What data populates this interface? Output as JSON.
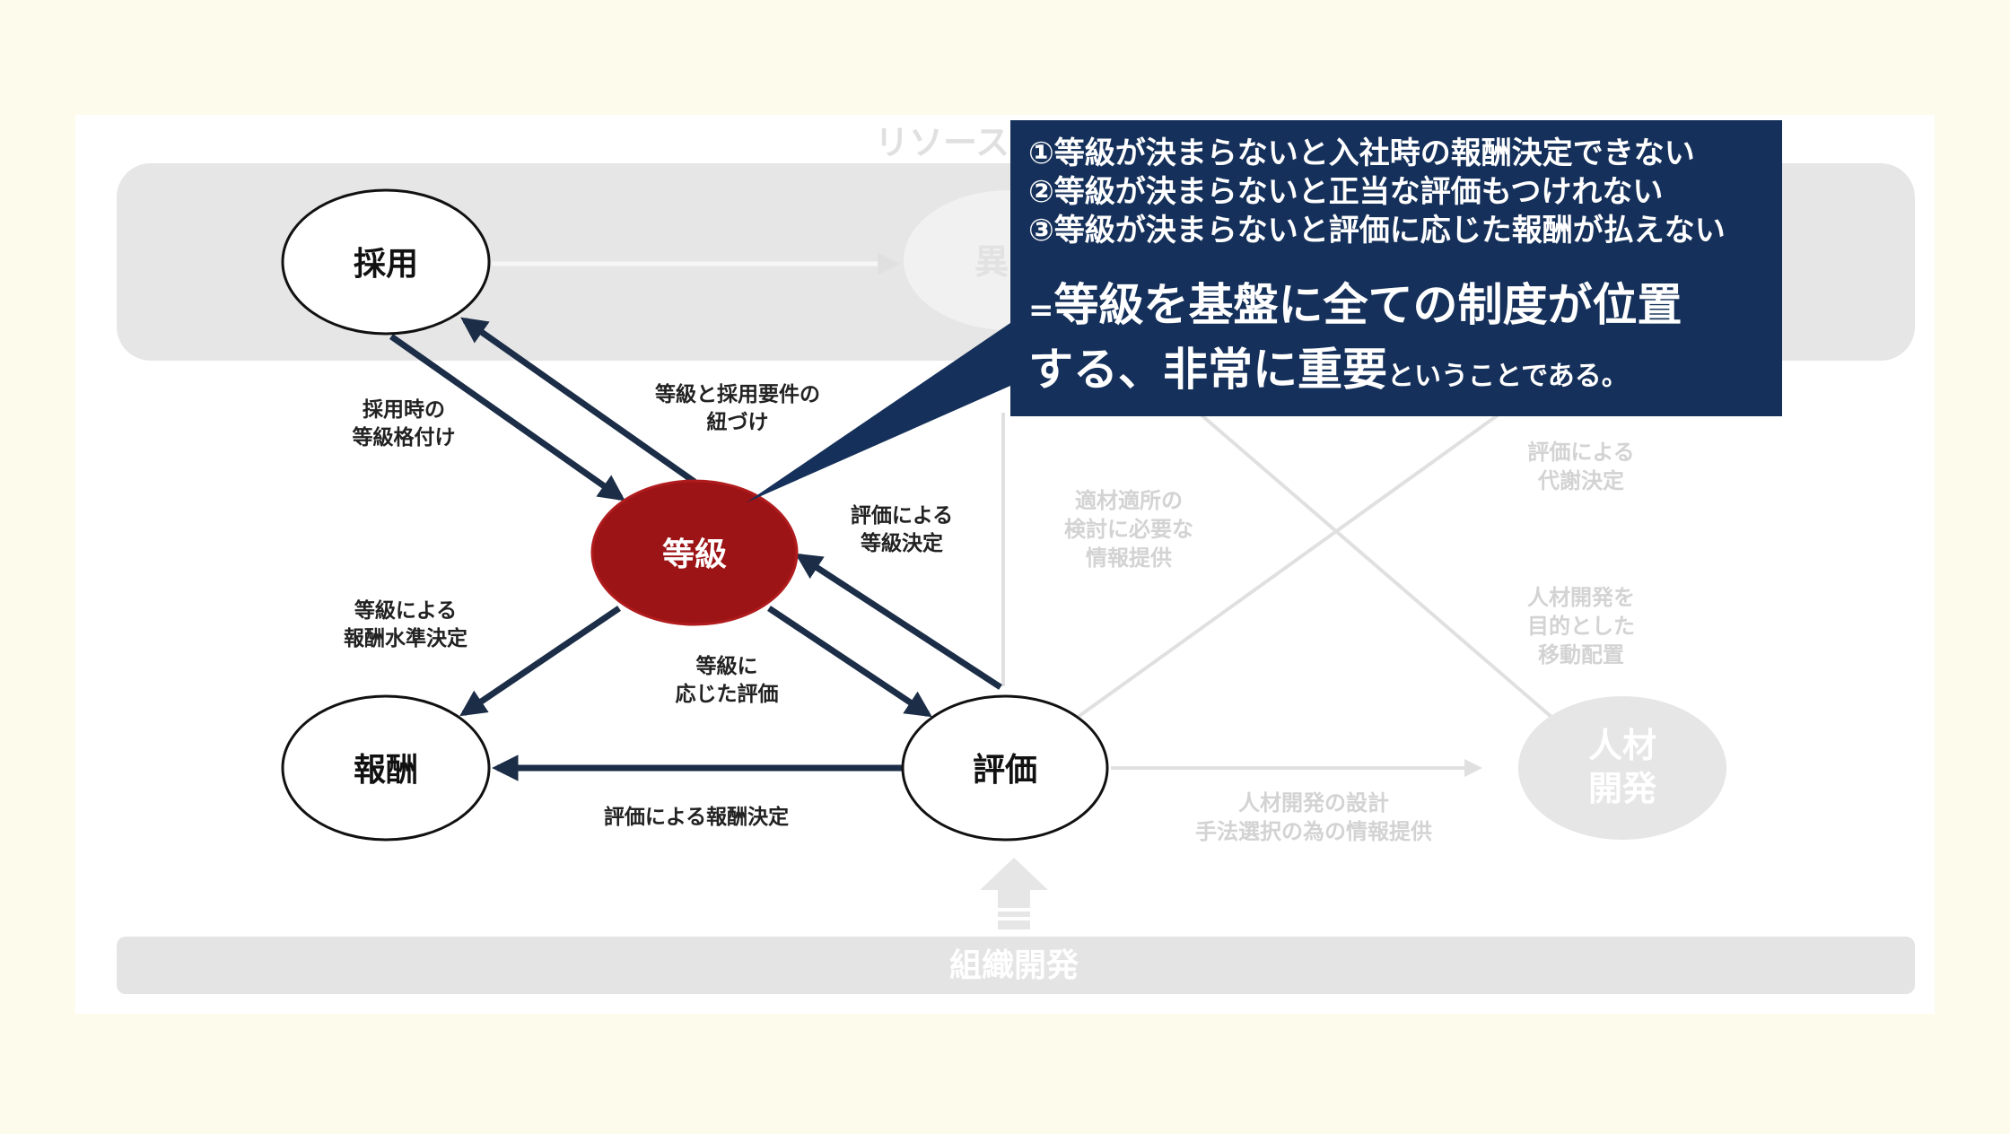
{
  "nodes": {
    "saiyou": "採用",
    "tokyu": "等級",
    "housyu": "報酬",
    "hyouka": "評価",
    "jinzai": [
      "人材",
      "開発"
    ],
    "ido": "異"
  },
  "edge_labels": {
    "saiyou_tokyu": [
      "採用時の",
      "等級格付け"
    ],
    "tokyu_saiyou": [
      "等級と採用要件の",
      "紐づけ"
    ],
    "hyouka_tokyu": [
      "評価による",
      "等級決定"
    ],
    "tokyu_housyu": [
      "等級による",
      "報酬水準決定"
    ],
    "tokyu_hyouka": [
      "等級に",
      "応じた評価"
    ],
    "hyouka_housyu": "評価による報酬決定"
  },
  "faded_labels": {
    "resource": "リソース",
    "tekizai": [
      "適材適所の",
      "検討に必要な",
      "情報提供"
    ],
    "daisha": [
      "評価による",
      "代謝決定"
    ],
    "idou": [
      "人材開発を",
      "目的とした",
      "移動配置"
    ],
    "jinzai_sekkei": [
      "人材開発の設計",
      "手法選択の為の情報提供"
    ],
    "soshiki": "組織開発"
  },
  "callout": {
    "lines": [
      "①等級が決まらないと入社時の報酬決定できない",
      "②等級が決まらないと正当な評価もつけれない",
      "③等級が決まらないと評価に応じた報酬が払えない"
    ],
    "eq": "=",
    "main1": "等級を基盤に全ての制度が位置",
    "main2": "する、非常に重要",
    "suffix": "ということである。"
  },
  "colors": {
    "background": "#fdfbec",
    "panel": "#ffffff",
    "band": "#e4e4e4",
    "faded": "#d5d5d5",
    "arrow": "#1c2d47",
    "accent_red": "#9c1416",
    "callout_bg": "#15305a"
  }
}
